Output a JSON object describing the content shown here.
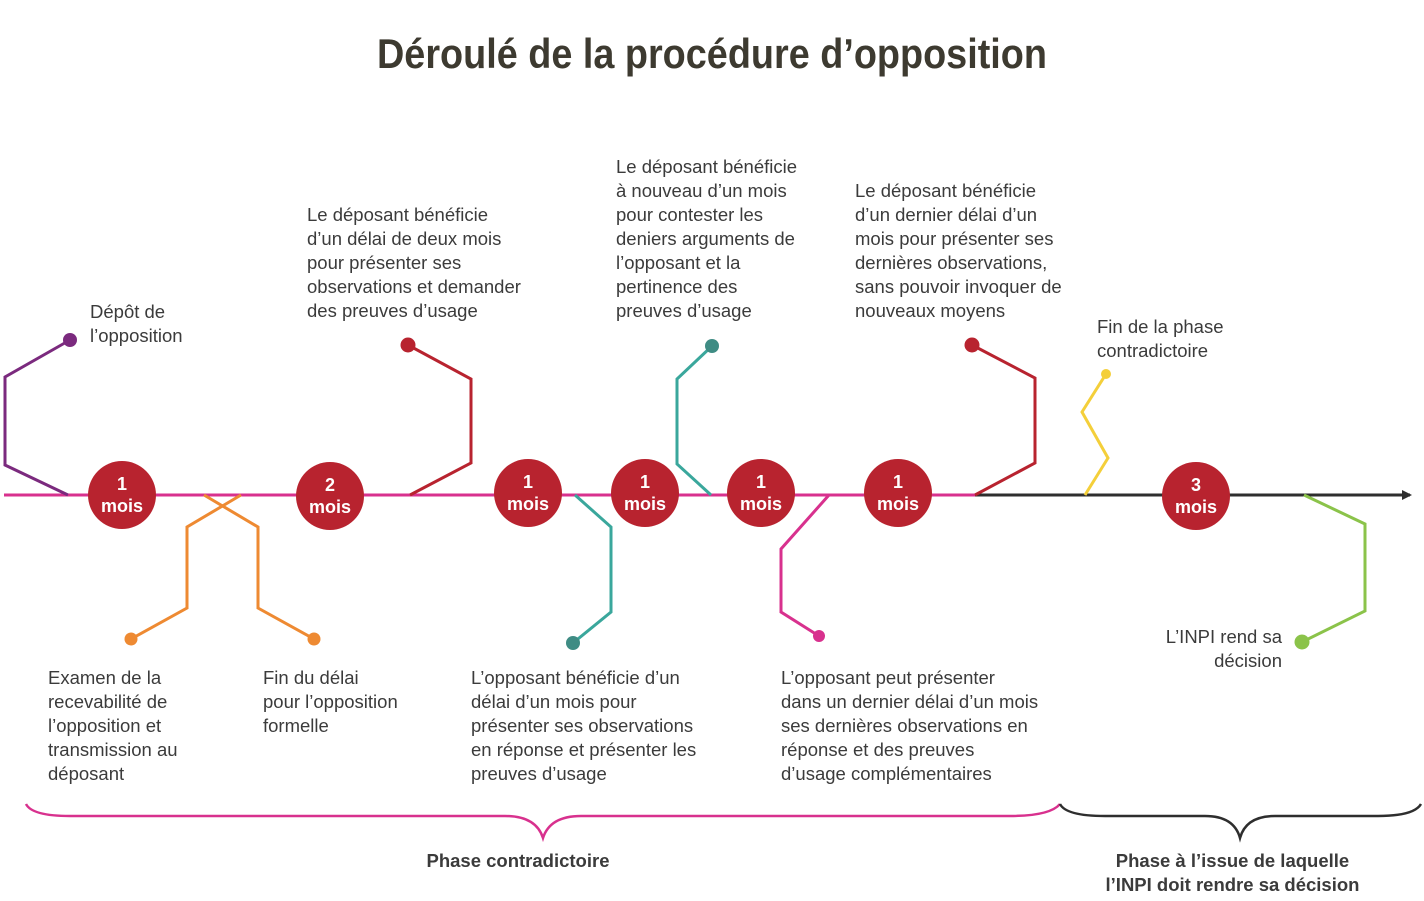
{
  "title": "Déroulé de la procédure d’opposition",
  "colors": {
    "purple": "#7b2a7e",
    "orange": "#ee8a32",
    "red": "#b8232f",
    "teal": "#3aa79c",
    "teal_dot": "#3f8c84",
    "pink": "#d8318e",
    "yellow": "#f4cf3a",
    "green": "#8bc34a",
    "axis_contradictory": "#d8318e",
    "axis_decision": "#2e2e2e",
    "badge": "#b8232f"
  },
  "badges": [
    {
      "number": "1",
      "unit": "mois"
    },
    {
      "number": "2",
      "unit": "mois"
    },
    {
      "number": "1",
      "unit": "mois"
    },
    {
      "number": "1",
      "unit": "mois"
    },
    {
      "number": "1",
      "unit": "mois"
    },
    {
      "number": "1",
      "unit": "mois"
    },
    {
      "number": "3",
      "unit": "mois"
    }
  ],
  "events": {
    "depot": "Dépôt de\nl’opposition",
    "examen": "Examen de la\nrecevabilité de\nl’opposition et\ntransmission au\ndéposant",
    "fin_delai": "Fin du délai\npour l’opposition\nformelle",
    "deposant_deux_mois": "Le déposant bénéficie\nd’un délai de deux mois\npour présenter ses\nobservations et demander\ndes preuves d’usage",
    "opposant_un_mois": "L’opposant bénéficie d’un\ndélai d’un mois pour\nprésenter ses observations\nen réponse et présenter les\npreuves d’usage",
    "deposant_nouveau": "Le déposant bénéficie\nà nouveau d’un mois\npour contester les\ndeniers arguments de\nl’opposant et la\npertinence des\npreuves d’usage",
    "opposant_dernier": "L’opposant peut présenter\ndans un dernier délai d’un mois\nses dernières observations en\nréponse et des preuves\nd’usage complémentaires",
    "deposant_dernier": "Le déposant bénéficie\nd’un dernier délai d’un\nmois pour présenter ses\ndernières observations,\nsans pouvoir invoquer de\nnouveaux  moyens",
    "fin_phase": "Fin de la phase\ncontradictoire",
    "inpi_decision": "L’INPI rend sa\ndécision"
  },
  "phases": {
    "contradictoire": "Phase contradictoire",
    "decision": "Phase à l’issue de laquelle\nl’INPI doit rendre sa décision"
  }
}
